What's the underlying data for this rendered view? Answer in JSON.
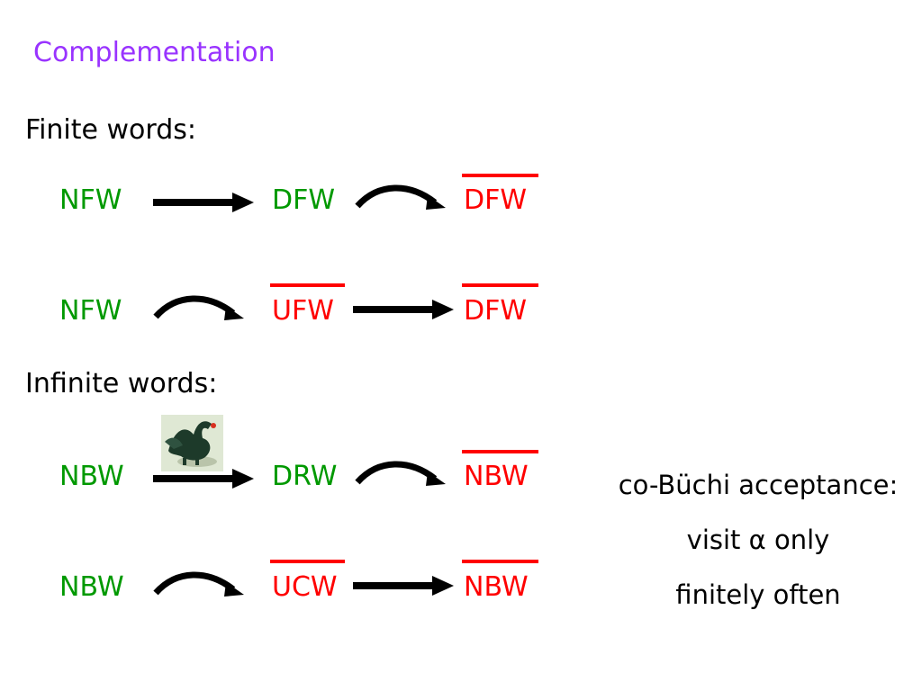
{
  "slide": {
    "title": "Complementation",
    "finite_heading": "Finite words:",
    "infinite_heading": "Infinite words:",
    "colors": {
      "title": "#9933ff",
      "automaton": "#009900",
      "complement": "#ff0000"
    },
    "rows": [
      {
        "a": "NFW",
        "b": "DFW",
        "c": "DFW",
        "b_overlined": false,
        "c_overlined": true,
        "arrow1": "straight-arrow",
        "arrow2": "curved-arrow"
      },
      {
        "a": "NFW",
        "b": "UFW",
        "c": "DFW",
        "b_overlined": true,
        "c_overlined": true,
        "arrow1": "curved-arrow",
        "arrow2": "straight-arrow"
      },
      {
        "a": "NBW",
        "b": "DRW",
        "c": "NBW",
        "b_overlined": false,
        "c_overlined": true,
        "arrow1": "straight-arrow",
        "arrow2": "curved-arrow"
      },
      {
        "a": "NBW",
        "b": "UCW",
        "c": "NBW",
        "b_overlined": true,
        "c_overlined": true,
        "arrow1": "curved-arrow",
        "arrow2": "straight-arrow"
      }
    ],
    "note": {
      "line1": "co-Büchi acceptance:",
      "line2": "visit α only",
      "line3": "finitely often"
    }
  }
}
